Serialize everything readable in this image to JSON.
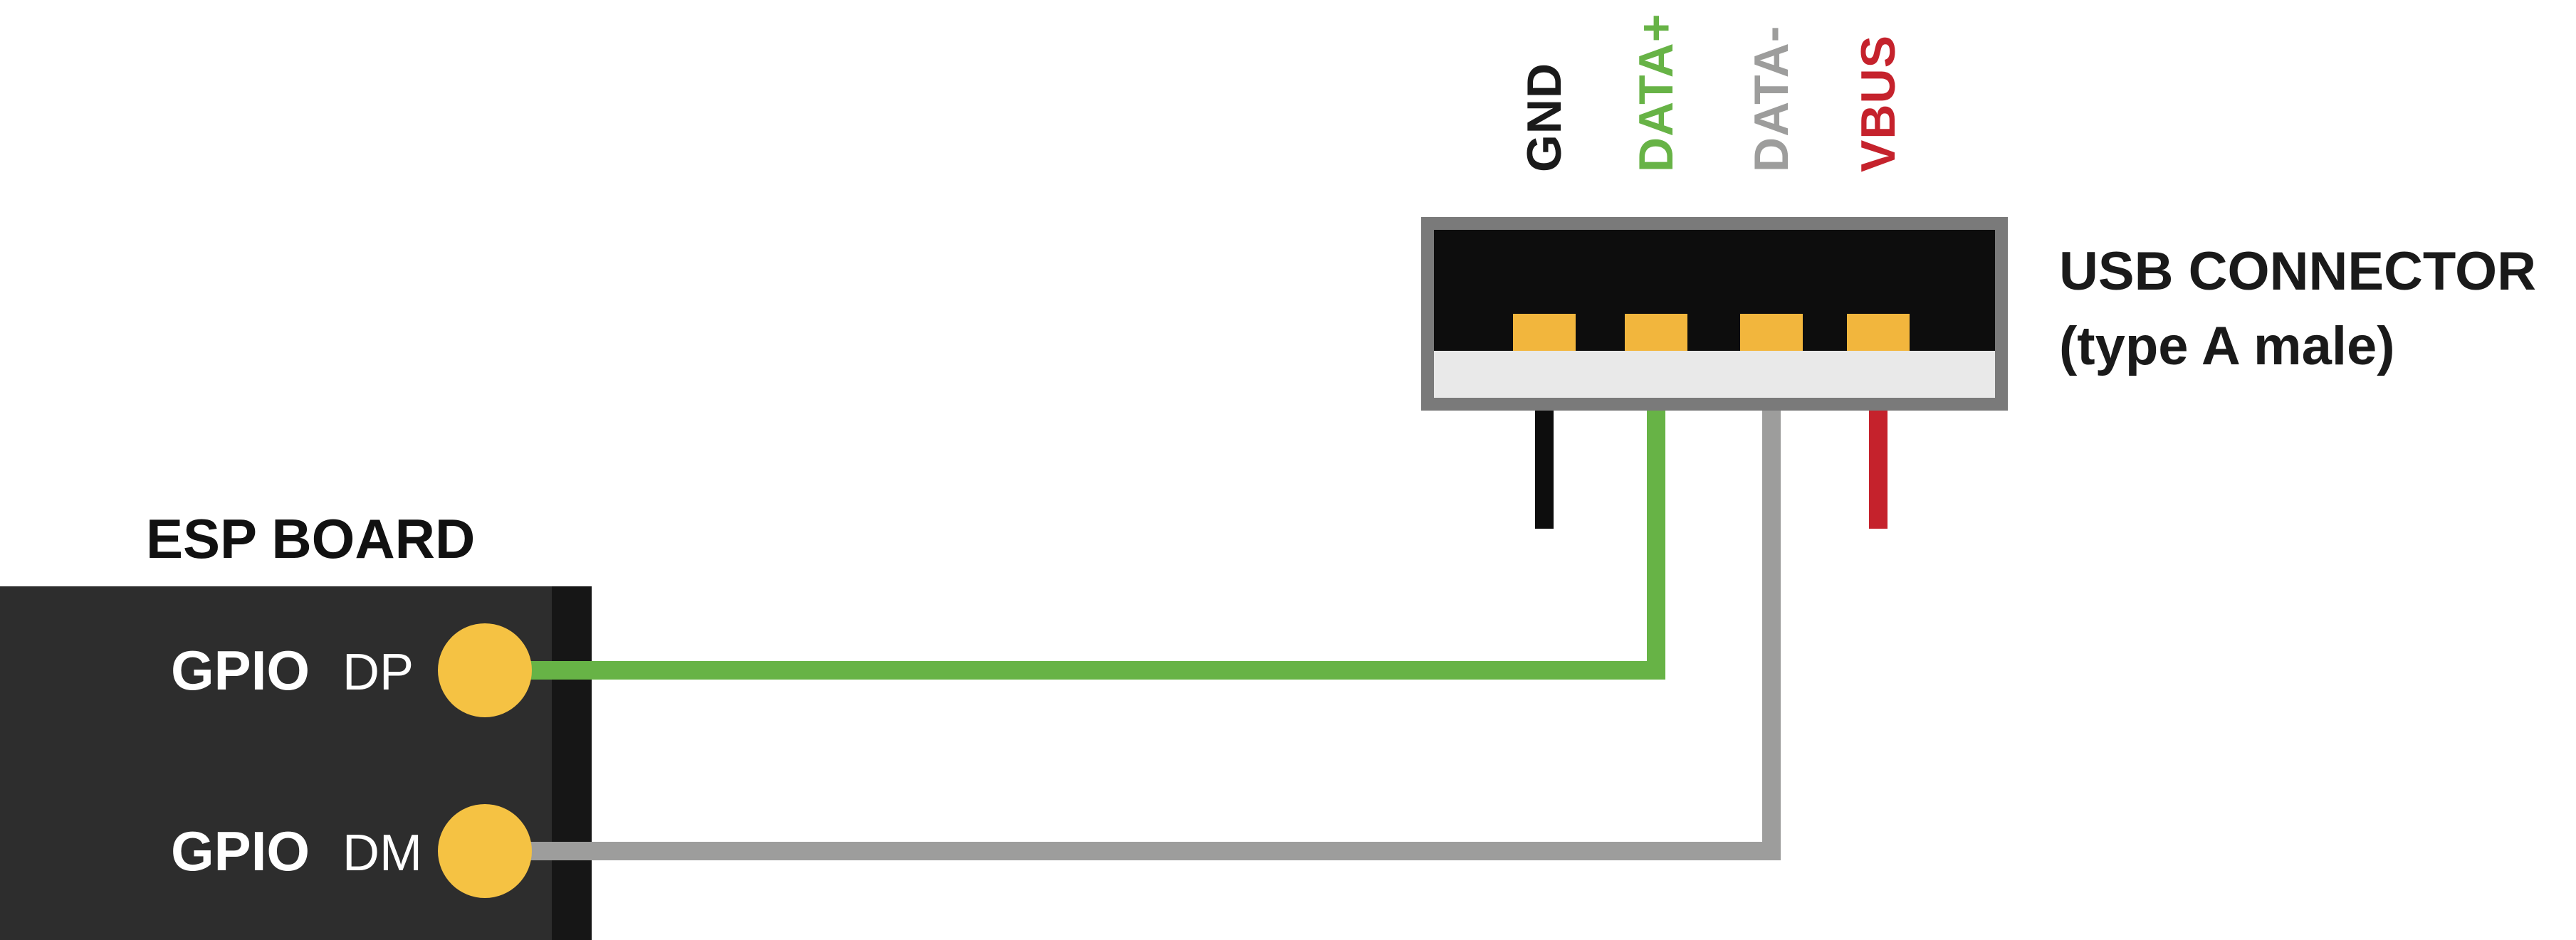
{
  "usb_connector": {
    "title_line1": "USB CONNECTOR",
    "title_line2": "(type A male)",
    "pin_labels": [
      {
        "name": "GND",
        "color": "#1a1a1a"
      },
      {
        "name": "DATA+",
        "color": "#67b346"
      },
      {
        "name": "DATA-",
        "color": "#9d9d9c"
      },
      {
        "name": "VBUS",
        "color": "#c5222c"
      }
    ],
    "body_colors": {
      "border": "#7a7a7a",
      "housing": "#0d0d0d",
      "tongue": "#e9e9e9",
      "contact": "#f2b63d"
    }
  },
  "wires": [
    {
      "name": "gnd-stub",
      "color": "#0d0d0d"
    },
    {
      "name": "data-plus-wire",
      "color": "#67b346"
    },
    {
      "name": "data-minus-wire",
      "color": "#9d9d9c"
    },
    {
      "name": "vbus-stub",
      "color": "#c5222c"
    }
  ],
  "esp_board": {
    "title": "ESP BOARD",
    "body_color": "#2d2d2d",
    "edge_color": "#161616",
    "pad_color": "#f5c243",
    "pins": [
      {
        "gpio": "GPIO",
        "label": "DP"
      },
      {
        "gpio": "GPIO",
        "label": "DM"
      }
    ]
  }
}
